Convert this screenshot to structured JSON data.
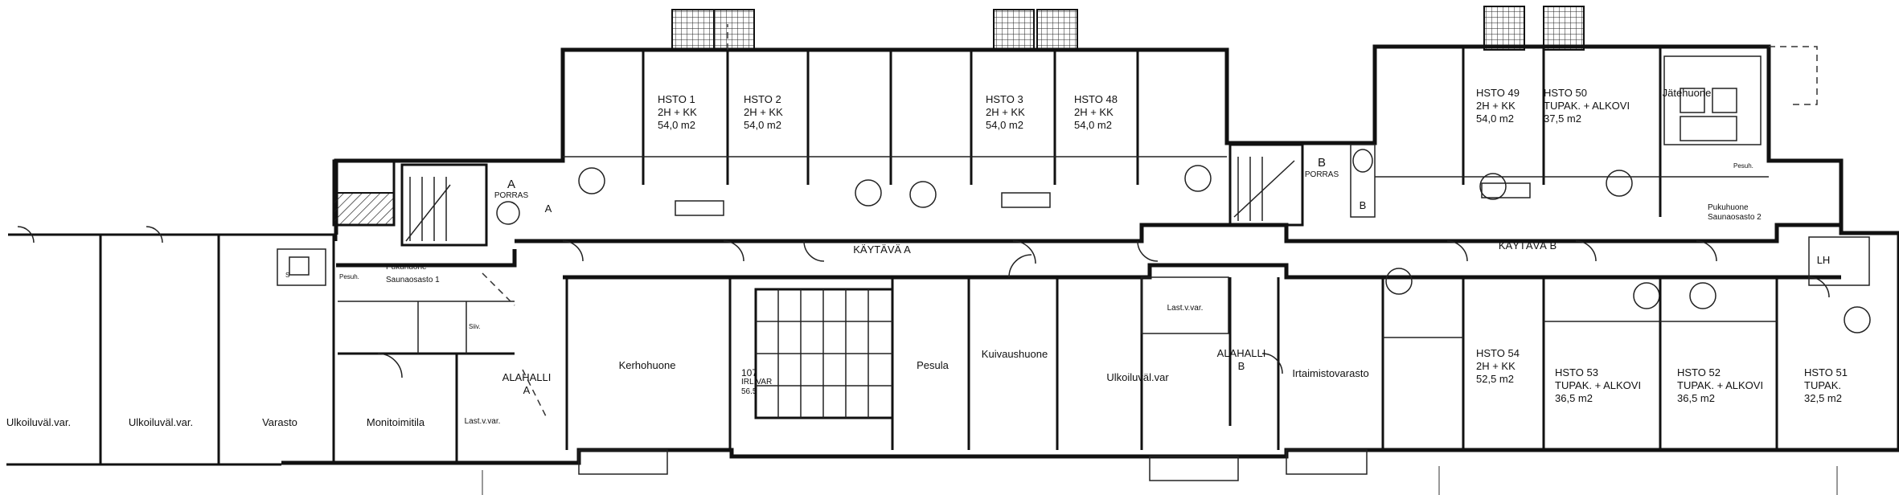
{
  "corridors": {
    "a": "KÄYTÄVÄ A",
    "b": "KÄYTÄVÄ B"
  },
  "stairs": {
    "a_letter": "A",
    "a_label": "PORRAS",
    "a_lift": "A",
    "b_letter": "B",
    "b_label": "PORRAS",
    "b_lift": "B"
  },
  "apartments": [
    {
      "name": "HSTO 1",
      "type": "2H + KK",
      "area": "54,0 m2"
    },
    {
      "name": "HSTO 2",
      "type": "2H + KK",
      "area": "54,0 m2"
    },
    {
      "name": "HSTO 3",
      "type": "2H + KK",
      "area": "54,0 m2"
    },
    {
      "name": "HSTO 48",
      "type": "2H + KK",
      "area": "54,0 m2"
    },
    {
      "name": "HSTO 49",
      "type": "2H + KK",
      "area": "54,0 m2"
    },
    {
      "name": "HSTO 50",
      "type": "TUPAK. + ALKOVI",
      "area": "37,5 m2"
    },
    {
      "name": "HSTO 54",
      "type": "2H + KK",
      "area": "52,5 m2"
    },
    {
      "name": "HSTO 53",
      "type": "TUPAK. + ALKOVI",
      "area": "36,5 m2"
    },
    {
      "name": "HSTO 52",
      "type": "TUPAK. + ALKOVI",
      "area": "36,5 m2"
    },
    {
      "name": "HSTO 51",
      "type": "TUPAK.",
      "area": "32,5 m2"
    }
  ],
  "rooms": {
    "ulkoiluvalvar_1": "Ulkoiluväl.var.",
    "ulkoiluvalvar_2": "Ulkoiluväl.var.",
    "varasto": "Varasto",
    "monitoimitila": "Monitoimitila",
    "lastvvar_1": "Last.v.var.",
    "alahalli_a": [
      "ALAHALLI",
      "A"
    ],
    "kerhohuone": "Kerhohuone",
    "irl_var": [
      "107",
      "IRL.VAR",
      "56.5"
    ],
    "pesula": "Pesula",
    "kuivaushuone": "Kuivaushuone",
    "ulkoiluvar": "Ulkoiluväl.var",
    "lastvvar_2": "Last.v.var.",
    "alahalli_b": [
      "ALAHALLI",
      "B"
    ],
    "irtaimistovarasto": "Irtaimistovarasto",
    "pukuhuone_1": [
      "Pukuhuone",
      "Saunaosasto 1"
    ],
    "pukuhuone_2": [
      "Pukuhuone",
      "Saunaosasto 2"
    ],
    "pesuh_1": "Pesuh.",
    "pesuh_2": "Pesuh.",
    "siiv": "Siiv.",
    "s": "S",
    "jatehuone": "Jätehuone",
    "lh": "LH"
  }
}
